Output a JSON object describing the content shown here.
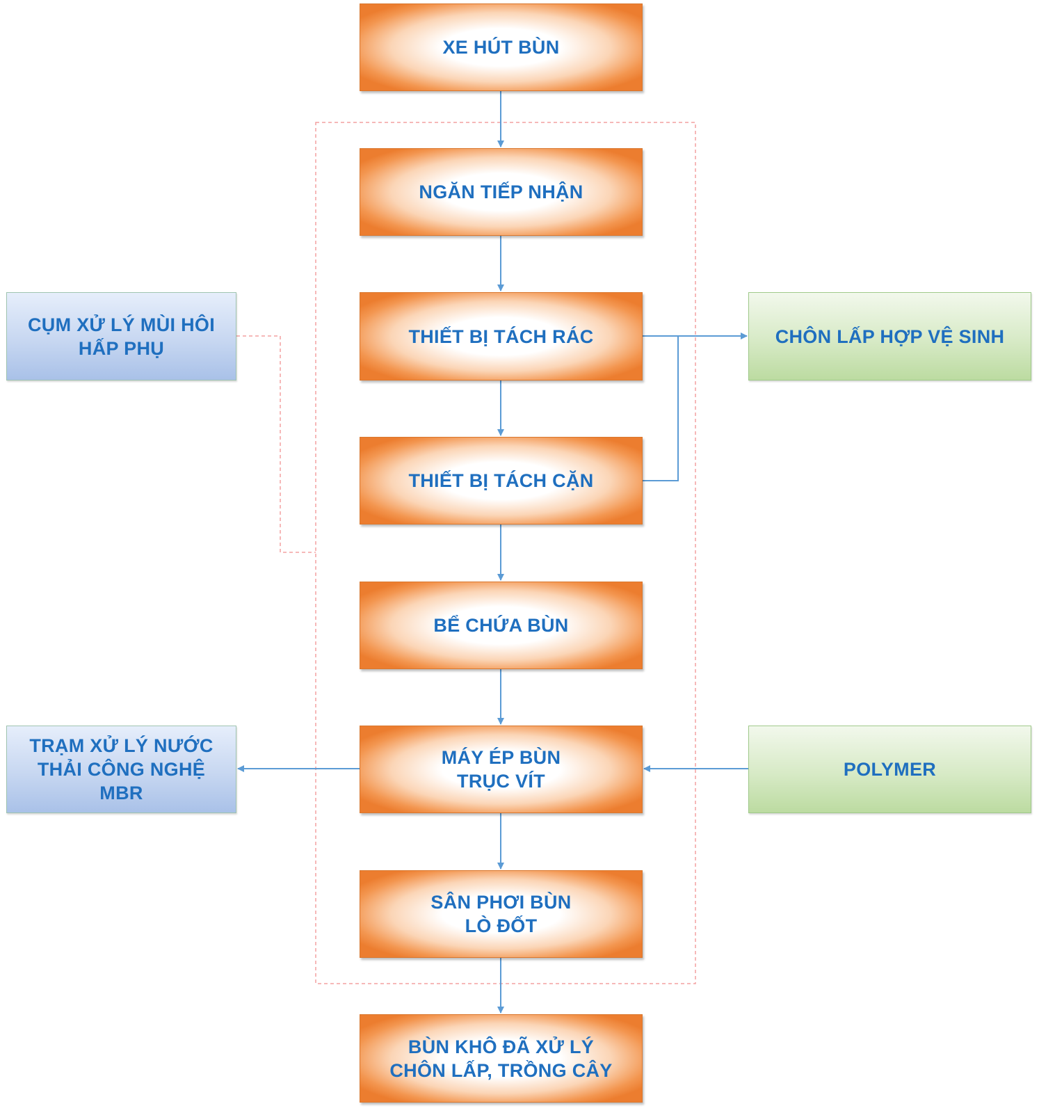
{
  "diagram": {
    "main_flow": [
      {
        "id": "xe-hut-bun",
        "lines": [
          "XE HÚT BÙN"
        ]
      },
      {
        "id": "ngan-tiep-nhan",
        "lines": [
          "NGĂN TIẾP NHẬN"
        ]
      },
      {
        "id": "thiet-bi-tach-rac",
        "lines": [
          "THIẾT BỊ TÁCH RÁC"
        ]
      },
      {
        "id": "thiet-bi-tach-can",
        "lines": [
          "THIẾT BỊ TÁCH CẶN"
        ]
      },
      {
        "id": "be-chua-bun",
        "lines": [
          "BỂ CHỨA BÙN"
        ]
      },
      {
        "id": "may-ep-bun",
        "lines": [
          "MÁY ÉP BÙN",
          "TRỤC VÍT"
        ]
      },
      {
        "id": "san-phoi-bun",
        "lines": [
          "SÂN PHƠI BÙN",
          "LÒ ĐỐT"
        ]
      },
      {
        "id": "bun-kho",
        "lines": [
          "BÙN KHÔ ĐÃ XỬ LÝ",
          "CHÔN LẤP, TRỒNG CÂY"
        ]
      }
    ],
    "side_left": [
      {
        "id": "cum-xu-ly-mui-hoi",
        "lines": [
          "CỤM XỬ LÝ MÙI HÔI",
          "HẤP PHỤ"
        ]
      },
      {
        "id": "tram-xu-ly-nuoc-thai",
        "lines": [
          "TRẠM XỬ LÝ NƯỚC",
          "THẢI CÔNG NGHỆ",
          "MBR"
        ]
      }
    ],
    "side_right": [
      {
        "id": "chon-lap-hop-ve-sinh",
        "lines": [
          "CHÔN LẤP HỢP VỆ SINH"
        ]
      },
      {
        "id": "polymer",
        "lines": [
          "POLYMER"
        ]
      }
    ],
    "colors": {
      "text": "#1f6fbf",
      "arrow": "#5b9bd5",
      "dashed_enclosure": "#f4a0a0",
      "process_box": "#ec7d2f",
      "left_box": "#b4c7e7",
      "right_box": "#c5e0b4"
    }
  }
}
